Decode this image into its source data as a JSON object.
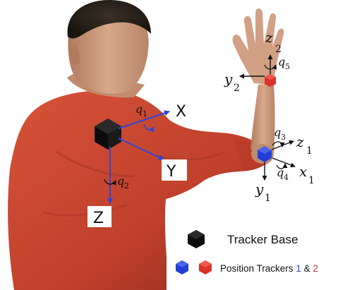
{
  "base_axes": {
    "x": "X",
    "y": "Y",
    "z": "Z",
    "q1": "q",
    "q1_sub": "1",
    "q2": "q",
    "q2_sub": "2"
  },
  "tracker1_axes": {
    "x": "x",
    "x_sub": "1",
    "y": "y",
    "y_sub": "1",
    "z": "z",
    "z_sub": "1",
    "q3": "q",
    "q3_sub": "3",
    "q4": "q",
    "q4_sub": "4"
  },
  "tracker2_axes": {
    "y": "y",
    "y_sub": "2",
    "z": "z",
    "z_sub": "2",
    "q5": "q",
    "q5_sub": "5"
  },
  "legend": {
    "base_label": "Tracker Base",
    "trackers_prefix": "Position Trackers ",
    "tracker1_num": "1",
    "amp": " & ",
    "tracker2_num": "2"
  },
  "colors": {
    "arrow_blue": "#2d46d6",
    "tracker1": "#1f3fd8",
    "tracker2": "#d8322a",
    "shirt": "#c8412e",
    "skin": "#c9967a",
    "base": "#111111"
  }
}
